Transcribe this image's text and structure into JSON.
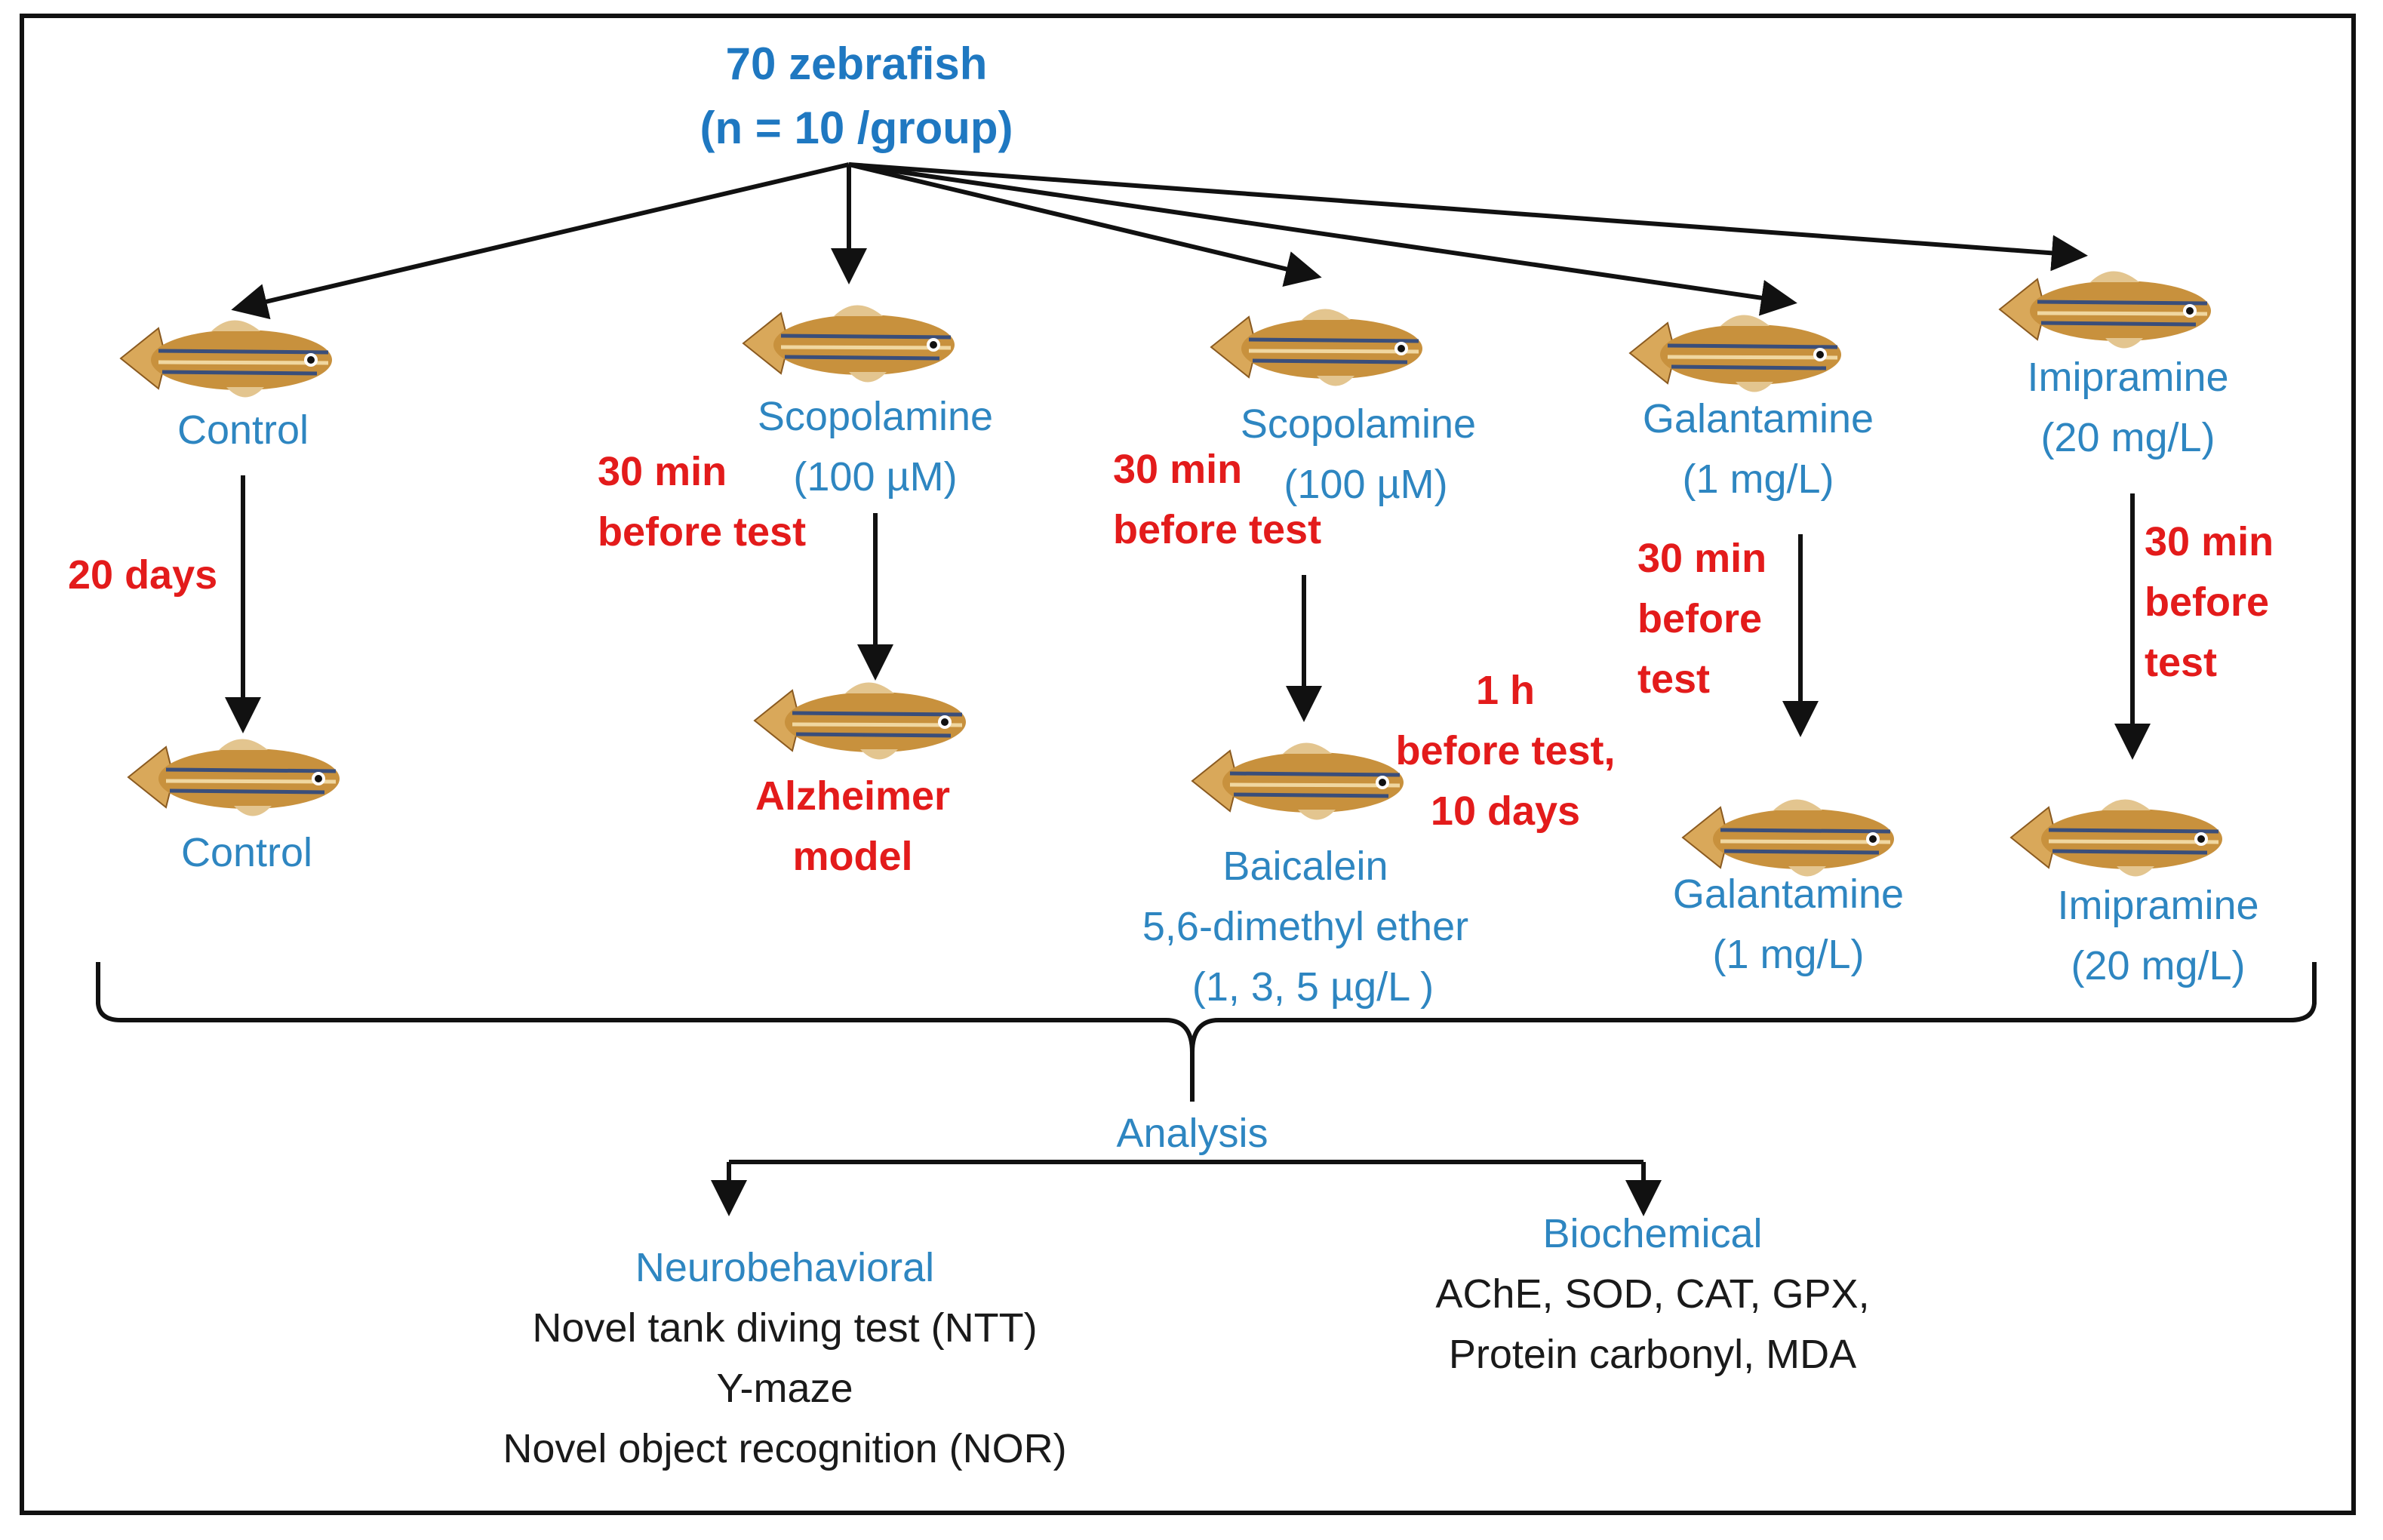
{
  "title": {
    "line1": "70 zebrafish",
    "line2": "(n = 10 /group)"
  },
  "groups": [
    {
      "top": "Control",
      "bottom": "Control"
    },
    {
      "top1": "Scopolamine",
      "top2": "(100 µM)",
      "bottom1": "Alzheimer",
      "bottom2": "model"
    },
    {
      "top1": "Scopolamine",
      "top2": "(100 µM)",
      "bottom1": "Baicalein",
      "bottom2": "5,6-dimethyl ether",
      "bottom3": "(1, 3, 5 µg/L )"
    },
    {
      "top1": "Galantamine",
      "top2": "(1 mg/L)",
      "bottom1": "Galantamine",
      "bottom2": "(1 mg/L)"
    },
    {
      "top1": "Imipramine",
      "top2": "(20 mg/L)",
      "bottom1": "Imipramine",
      "bottom2": "(20 mg/L)"
    }
  ],
  "timings": {
    "control": "20 days",
    "scopolamine_1": "30 min",
    "scopolamine_2": "before test",
    "scopolamine_b1": "30 min",
    "scopolamine_b2": "before test",
    "baicalein_1": "1 h",
    "baicalein_2": "before test,",
    "baicalein_3": "10 days",
    "galantamine_1": "30 min",
    "galantamine_2": "before",
    "galantamine_3": "test",
    "imipramine_1": "30 min",
    "imipramine_2": "before",
    "imipramine_3": "test"
  },
  "analysis": {
    "label": "Analysis",
    "neuro": {
      "heading": "Neurobehavioral",
      "items": [
        "Novel tank diving test (NTT)",
        "Y-maze",
        "Novel object recognition (NOR)"
      ]
    },
    "biochem": {
      "heading": "Biochemical",
      "items": [
        "AChE, SOD, CAT, GPX,",
        "Protein carbonyl, MDA"
      ]
    }
  },
  "colors": {
    "blue_label": "#2e86c1",
    "red_label": "#e31b1b",
    "title": "#1f78c1",
    "fish_body": "#c8913d"
  }
}
